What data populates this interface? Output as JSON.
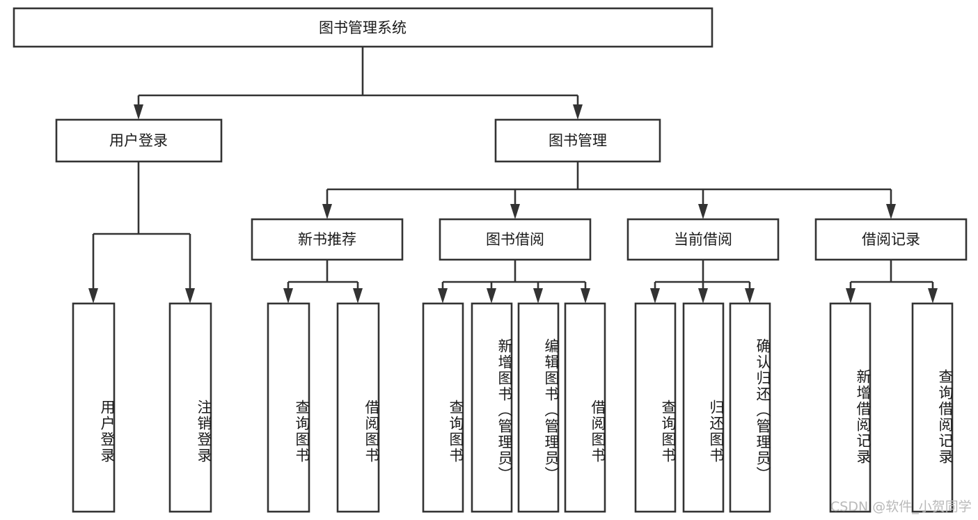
{
  "diagram": {
    "title_node": {
      "label": "图书管理系统"
    },
    "level2": [
      {
        "id": "user-login",
        "label": "用户登录"
      },
      {
        "id": "book-management",
        "label": "图书管理"
      }
    ],
    "level3": [
      {
        "id": "new-book-recommend",
        "label": "新书推荐"
      },
      {
        "id": "book-borrow",
        "label": "图书借阅"
      },
      {
        "id": "current-borrow",
        "label": "当前借阅"
      },
      {
        "id": "borrow-record",
        "label": "借阅记录"
      }
    ],
    "leaves": [
      {
        "id": "leaf-user-login",
        "label": "用户登录",
        "parent": "user-login"
      },
      {
        "id": "leaf-logout",
        "label": "注销登录",
        "parent": "user-login"
      },
      {
        "id": "leaf-query-book-1",
        "label": "查询图书",
        "parent": "new-book-recommend"
      },
      {
        "id": "leaf-borrow-book-1",
        "label": "借阅图书",
        "parent": "new-book-recommend"
      },
      {
        "id": "leaf-query-book-2",
        "label": "查询图书",
        "parent": "book-borrow"
      },
      {
        "id": "leaf-add-book",
        "label": "新增图书（管理员）",
        "parent": "book-borrow"
      },
      {
        "id": "leaf-edit-book",
        "label": "编辑图书（管理员）",
        "parent": "book-borrow"
      },
      {
        "id": "leaf-borrow-book-2",
        "label": "借阅图书",
        "parent": "book-borrow"
      },
      {
        "id": "leaf-query-book-3",
        "label": "查询图书",
        "parent": "current-borrow"
      },
      {
        "id": "leaf-return-book",
        "label": "归还图书",
        "parent": "current-borrow"
      },
      {
        "id": "leaf-confirm-return",
        "label": "确认归还（管理员）",
        "parent": "current-borrow"
      },
      {
        "id": "leaf-add-record",
        "label": "新增借阅记录",
        "parent": "borrow-record"
      },
      {
        "id": "leaf-query-record",
        "label": "查询借阅记录",
        "parent": "borrow-record"
      }
    ],
    "watermark": "CSDN @软件_小贺同学",
    "colors": {
      "stroke": "#333333",
      "background": "#ffffff",
      "text": "#1a1a1a",
      "watermark": "#b9b9b9"
    }
  }
}
